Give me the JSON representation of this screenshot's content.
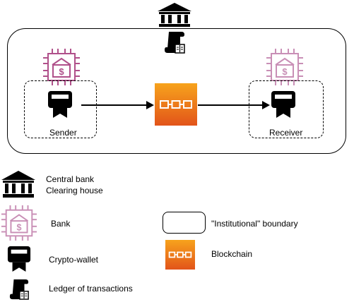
{
  "diagram": {
    "sender_label": "Sender",
    "receiver_label": "Receiver"
  },
  "legend": {
    "central_bank_line1": "Central bank",
    "central_bank_line2": "Clearing house",
    "bank": "Bank",
    "crypto_wallet": "Crypto-wallet",
    "ledger": "Ledger of transactions",
    "institutional_boundary": "\"Institutional\" boundary",
    "blockchain": "Blockchain"
  },
  "colors": {
    "bank_chip": "#b0508a",
    "bank_chip_faded": "#c98fb6",
    "blockchain_top": "#f7a31c",
    "blockchain_bottom": "#e2541a"
  }
}
